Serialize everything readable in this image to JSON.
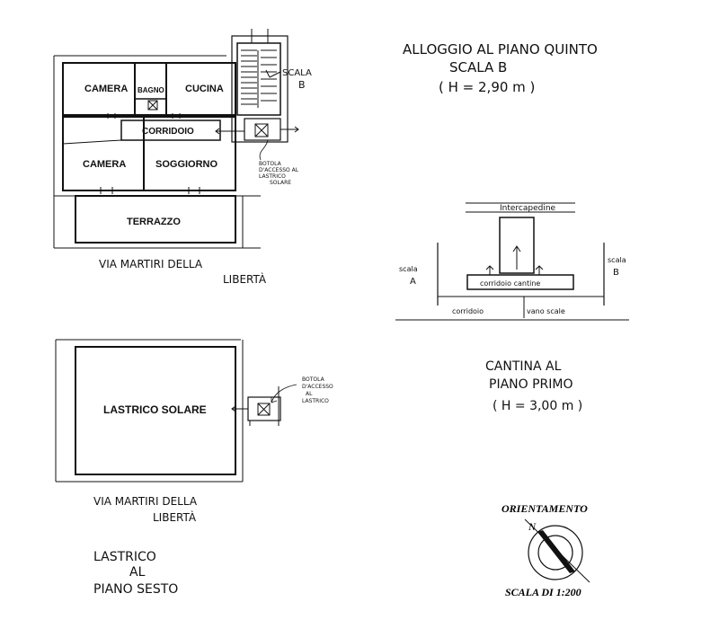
{
  "title": {
    "line1": "ALLOGGIO AL PIANO QUINTO",
    "line2": "SCALA B",
    "line3": "( H = 2,90 m )"
  },
  "apartment": {
    "rooms": {
      "camera_top": "CAMERA",
      "bagno": "BAGNO",
      "cucina": "CUCINA",
      "corridoio": "CORRIDOIO",
      "camera_bottom": "CAMERA",
      "soggiorno": "SOGGIORNO",
      "terrazzo": "TERRAZZO"
    },
    "stair_label_1": "SCALA",
    "stair_label_2": "B",
    "hatch_note": [
      "BOTOLA",
      "D'ACCESSO AL",
      "LASTRICO",
      "SOLARE"
    ],
    "street_1": "VIA MARTIRI DELLA",
    "street_2": "LIBERTÀ"
  },
  "cellar": {
    "intercapedine": "Intercapedine",
    "scala_a_1": "scala",
    "scala_a_2": "A",
    "scala_b_1": "scala",
    "scala_b_2": "B",
    "corridoio_cantine": "corridoio cantine",
    "corridoio": "corridoio",
    "vano_scale": "vano scale",
    "title_1": "CANTINA AL",
    "title_2": "PIANO PRIMO",
    "title_3": "( H = 3,00 m )"
  },
  "roof": {
    "label": "LASTRICO SOLARE",
    "hatch_note": [
      "BOTOLA",
      "D'ACCESSO",
      "AL",
      "LASTRICO"
    ],
    "street_1": "VIA MARTIRI DELLA",
    "street_2": "LIBERTÀ",
    "title_1": "LASTRICO",
    "title_2": "AL",
    "title_3": "PIANO SESTO"
  },
  "orientation": {
    "title": "ORIENTAMENTO",
    "north": "N",
    "scale": "SCALA DI 1:200"
  }
}
